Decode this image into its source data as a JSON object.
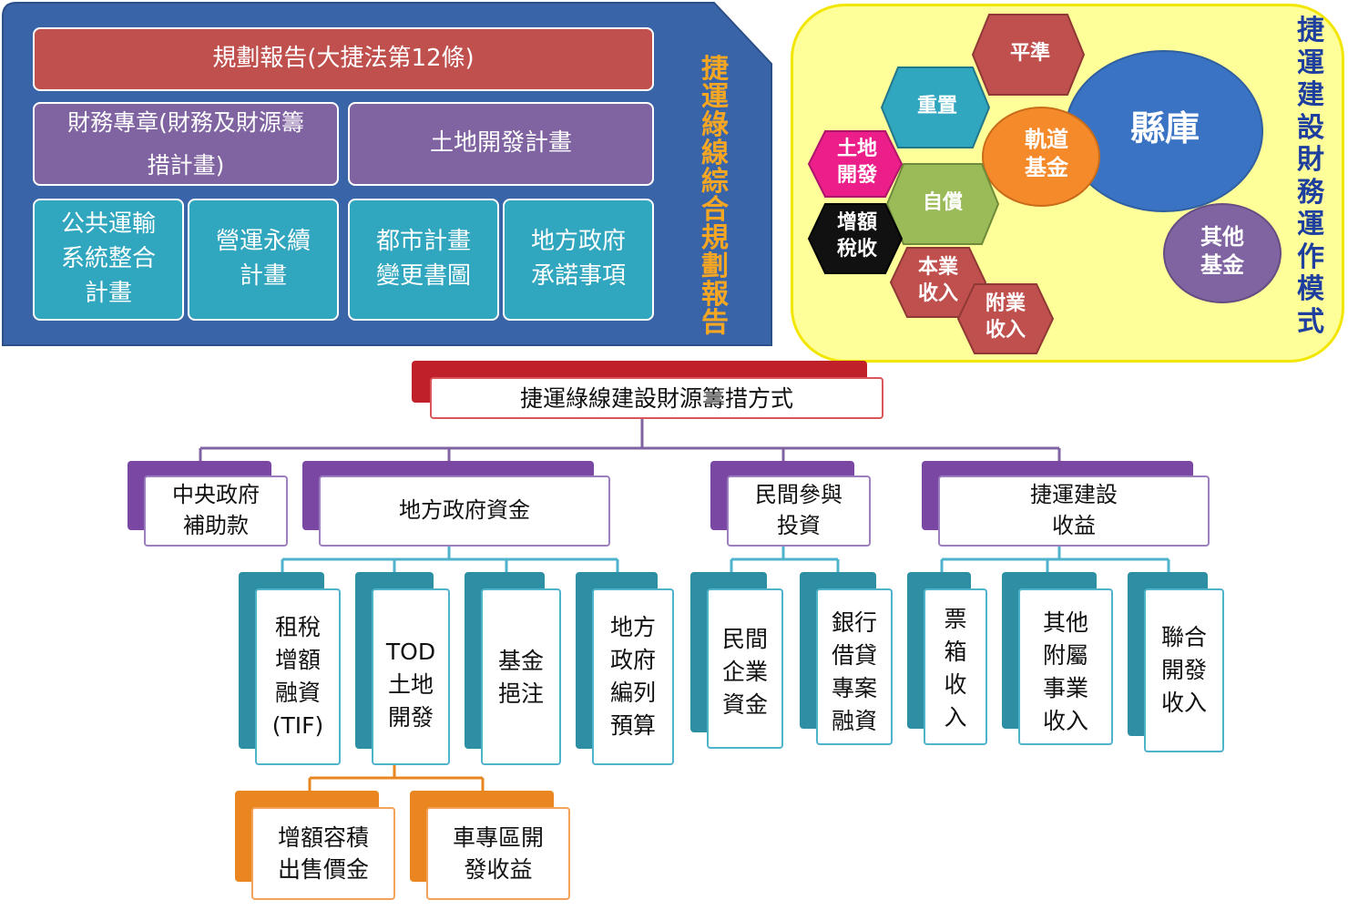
{
  "left_panel": {
    "top_banner": "規劃報告(大捷法第12條)",
    "finance_chapter_line1": "財務專章(財務及財源籌",
    "finance_chapter_line2": "措計畫)",
    "land_dev_plan": "土地開發計畫",
    "transport_plan": [
      "公共運輸",
      "系統整合",
      "計畫"
    ],
    "operation_plan": [
      "營運永續",
      "計畫"
    ],
    "urban_plan": [
      "都市計畫",
      "變更書圖"
    ],
    "local_commitment": [
      "地方政府",
      "承諾事項"
    ],
    "side_title": [
      "捷",
      "運",
      "綠",
      "線",
      "綜",
      "合",
      "規",
      "劃",
      "報",
      "告"
    ]
  },
  "right_panel": {
    "hexagons": {
      "balance": "平準",
      "reset": "重置",
      "land_dev": [
        "土地",
        "開發"
      ],
      "self_repay": "自償",
      "increment_tax": [
        "增額",
        "稅收"
      ],
      "main_income": [
        "本業",
        "收入"
      ],
      "side_income": [
        "附業",
        "收入"
      ]
    },
    "circles": {
      "county_treasury": "縣庫",
      "rail_fund": [
        "軌道",
        "基金"
      ],
      "other_fund": [
        "其他",
        "基金"
      ]
    },
    "side_title": [
      "捷",
      "運",
      "建",
      "設",
      "財",
      "務",
      "運",
      "作",
      "模",
      "式"
    ]
  },
  "tree": {
    "root": "捷運綠線建設財源籌措方式",
    "level1": {
      "central": [
        "中央政府",
        "補助款"
      ],
      "local": "地方政府資金",
      "private": [
        "民間參與",
        "投資"
      ],
      "mrt_income": [
        "捷運建設",
        "收益"
      ]
    },
    "local_children": {
      "tif": [
        "租稅",
        "增額",
        "融資",
        "(TIF)"
      ],
      "tod": [
        "TOD",
        "土地",
        "開發"
      ],
      "fund": [
        "基金",
        "挹注"
      ],
      "budget": [
        "地方",
        "政府",
        "編列",
        "預算"
      ]
    },
    "private_children": {
      "enterprise": [
        "民間",
        "企業",
        "資金"
      ],
      "bank": [
        "銀行",
        "借貸",
        "專案",
        "融資"
      ]
    },
    "mrt_children": {
      "ticket": [
        "票",
        "箱",
        "收",
        "入"
      ],
      "other_business": [
        "其他",
        "附屬",
        "事業",
        "收入"
      ],
      "joint_dev": [
        "聯合",
        "開發",
        "收入"
      ]
    },
    "tod_children": {
      "far_sale": [
        "增額容積",
        "出售價金"
      ],
      "station_zone": [
        "車專區開",
        "發收益"
      ]
    }
  }
}
